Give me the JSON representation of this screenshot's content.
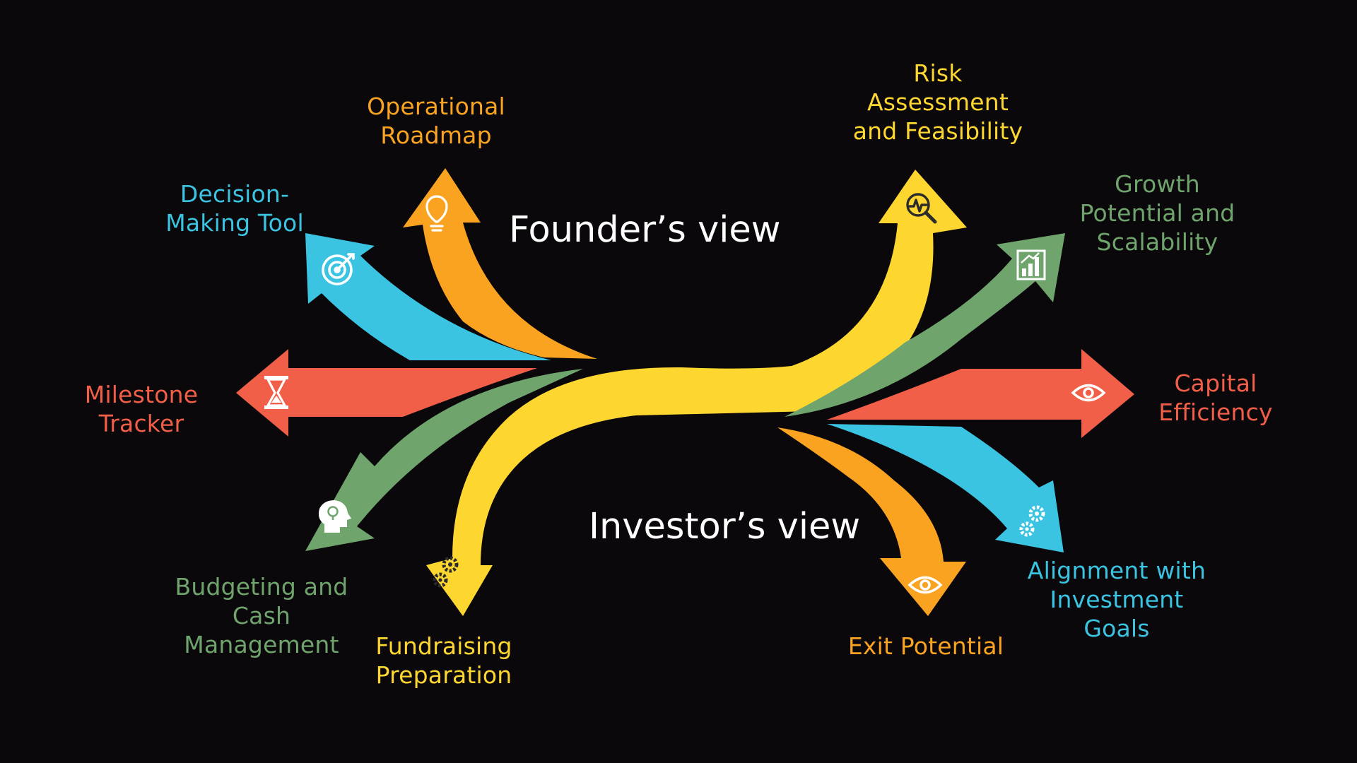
{
  "titles": {
    "founder": "Founder’s view",
    "investor": "Investor’s view"
  },
  "colors": {
    "background": "#0b080b",
    "orange": "#f9a321",
    "blue": "#3ac4e1",
    "red": "#f15f48",
    "green": "#6fa56d",
    "yellow": "#fed630",
    "icon": "#ffffff",
    "icon_dark": "#2b2b2b"
  },
  "branches": {
    "operational_roadmap": {
      "label": "Operational\nRoadmap",
      "icon": "lightbulb-icon",
      "color": "#f9a321"
    },
    "decision_making_tool": {
      "label": "Decision-\nMaking Tool",
      "icon": "target-icon",
      "color": "#3ac4e1"
    },
    "milestone_tracker": {
      "label": "Milestone\nTracker",
      "icon": "hourglass-icon",
      "color": "#f15f48"
    },
    "budgeting_cash": {
      "label": "Budgeting and\nCash\nManagement",
      "icon": "head-lightbulb-icon",
      "color": "#6fa56d"
    },
    "fundraising_preparation": {
      "label": "Fundraising\nPreparation",
      "icon": "gears-icon",
      "color": "#fed630"
    },
    "risk_assessment": {
      "label": "Risk\nAssessment\nand Feasibility",
      "icon": "magnifier-pulse-icon",
      "color": "#fed630"
    },
    "growth_potential": {
      "label": "Growth\nPotential and\nScalability",
      "icon": "bar-chart-icon",
      "color": "#6fa56d"
    },
    "capital_efficiency": {
      "label": "Capital\nEfficiency",
      "icon": "eye-icon",
      "color": "#f15f48"
    },
    "investment_alignment": {
      "label": "Alignment with\nInvestment\nGoals",
      "icon": "gears-icon",
      "color": "#3ac4e1"
    },
    "exit_potential": {
      "label": "Exit Potential",
      "icon": "eye-icon",
      "color": "#f9a321"
    }
  }
}
